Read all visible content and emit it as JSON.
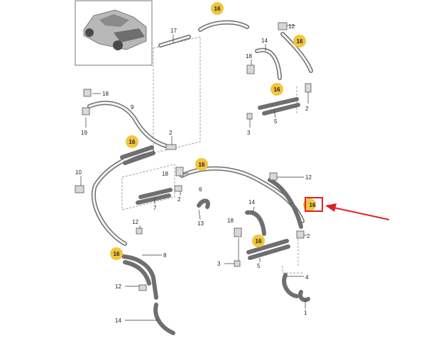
{
  "colors": {
    "badge": "#f2c53d",
    "highlight_box": "#e02020",
    "arrow": "#e02020",
    "hose": "#6f6f6f",
    "line": "#333333"
  },
  "callouts": {
    "c1": "1",
    "c2": "2",
    "c3": "3",
    "c4": "4",
    "c5": "5",
    "c6": "6",
    "c7": "7",
    "c8": "8",
    "c10": "10",
    "c12": "12",
    "c13": "13",
    "c14": "14",
    "c16": "16",
    "c17": "17",
    "c18": "18",
    "c19": "19",
    "highlighted": "16"
  },
  "icons": [
    "car-thumbnail-icon",
    "red-arrow-icon"
  ]
}
